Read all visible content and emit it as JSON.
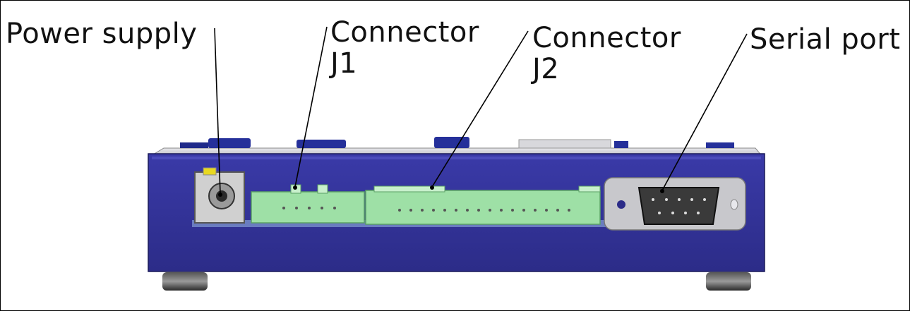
{
  "labels": {
    "power_supply": "Power supply",
    "connector_j1_line1": "Connector",
    "connector_j1_line2": "J1",
    "connector_j2_line1": "Connector",
    "connector_j2_line2": "J2",
    "serial_port": "Serial port"
  },
  "colors": {
    "housing": "#34349b",
    "housing_dark": "#20206a",
    "connector_green": "#9ee0a6",
    "port_plate": "#c8c8cc",
    "background": "#ffffff"
  }
}
